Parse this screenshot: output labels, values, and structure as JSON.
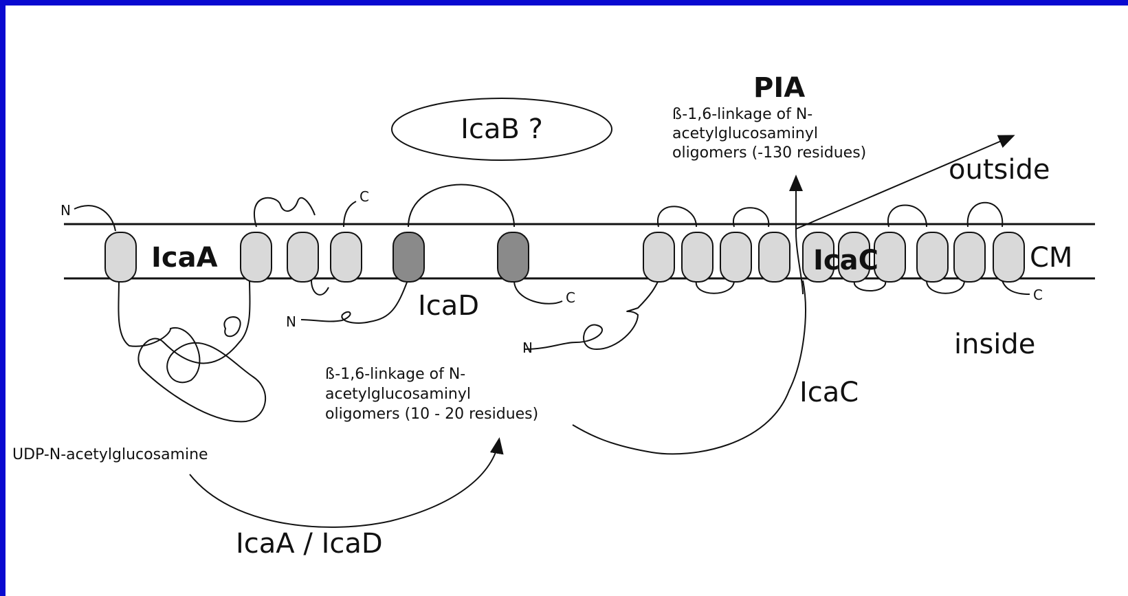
{
  "labels": {
    "pia": "PIA",
    "pia_desc": [
      "ß-1,6-linkage of N-",
      "acetylglucosaminyl",
      "oligomers (-130 residues)"
    ],
    "icab": "IcaB ?",
    "outside": "outside",
    "inside": "inside",
    "cm": "CM",
    "icaa": "IcaA",
    "icad": "IcaD",
    "icac_membrane": "IcaC",
    "icac_lower": "IcaC",
    "oligo_desc": [
      "ß-1,6-linkage of N-",
      "acetylglucosaminyl",
      "oligomers (10 - 20 residues)"
    ],
    "udp": "UDP-N-acetylglucosamine",
    "icaa_icad": "IcaA / IcaD"
  },
  "termini": {
    "icaa_n": "N",
    "icaa_c": "C",
    "icad_n": "N",
    "icad_c": "C",
    "icac_n": "N",
    "icac_c": "C"
  },
  "colors": {
    "border": "#0a0ad0",
    "helix_light": "#d9d9d9",
    "helix_dark": "#8a8a8a",
    "line": "#111111"
  }
}
